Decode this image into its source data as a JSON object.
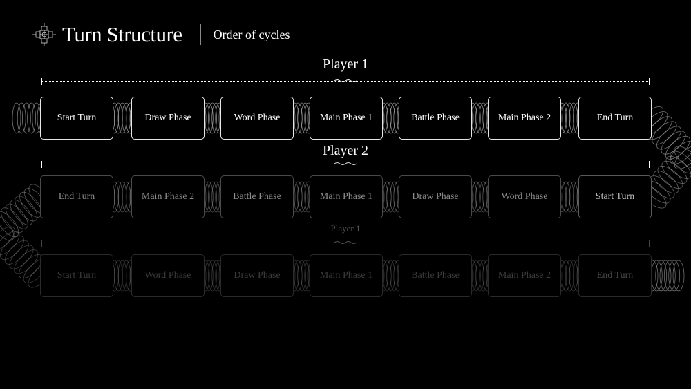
{
  "header": {
    "title": "Turn Structure",
    "subtitle": "Order of cycles"
  },
  "rows": [
    {
      "label": "Player 1",
      "phases": [
        "Start Turn",
        "Draw Phase",
        "Word Phase",
        "Main Phase 1",
        "Battle Phase",
        "Main Phase 2",
        "End Turn"
      ]
    },
    {
      "label": "Player 2",
      "phases": [
        "End Turn",
        "Main Phase 2",
        "Battle Phase",
        "Main Phase 1",
        "Draw Phase",
        "Word Phase",
        "Start Turn"
      ]
    },
    {
      "label": "Player 1",
      "phases": [
        "Start Turn",
        "Word Phase",
        "Draw Phase",
        "Main Phase 1",
        "Battle Phase",
        "Main Phase 2",
        "End Turn"
      ]
    }
  ],
  "colors": {
    "background": "#000000",
    "foreground": "#ffffff",
    "coil": "#9a9a9a"
  },
  "icons": {
    "logo": "ornament-cross-icon",
    "ornament": "squiggle-icon"
  }
}
